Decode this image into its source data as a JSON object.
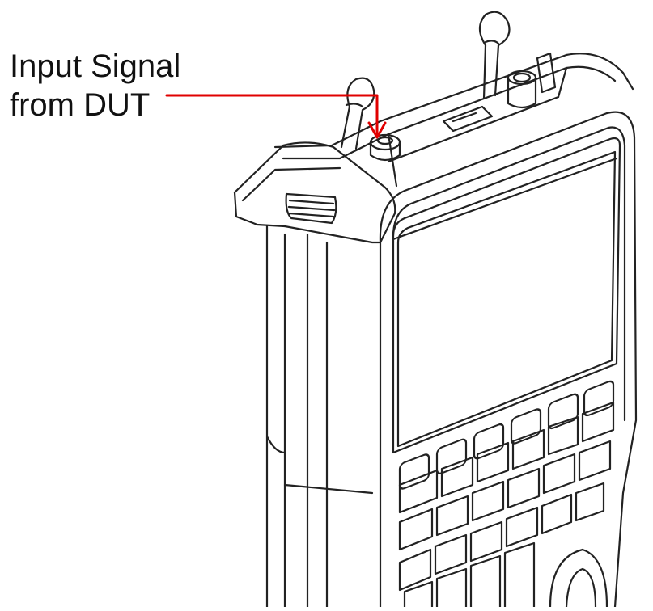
{
  "callout": {
    "line1": "Input Signal",
    "line2": "from DUT",
    "arrow_color": "#e00000"
  },
  "icons": [
    "analyzer-device-illustration",
    "rf-input-connector-icon",
    "antenna-icon",
    "arrow-pointer-icon"
  ],
  "colors": {
    "outline": "#222222",
    "background": "#ffffff"
  }
}
